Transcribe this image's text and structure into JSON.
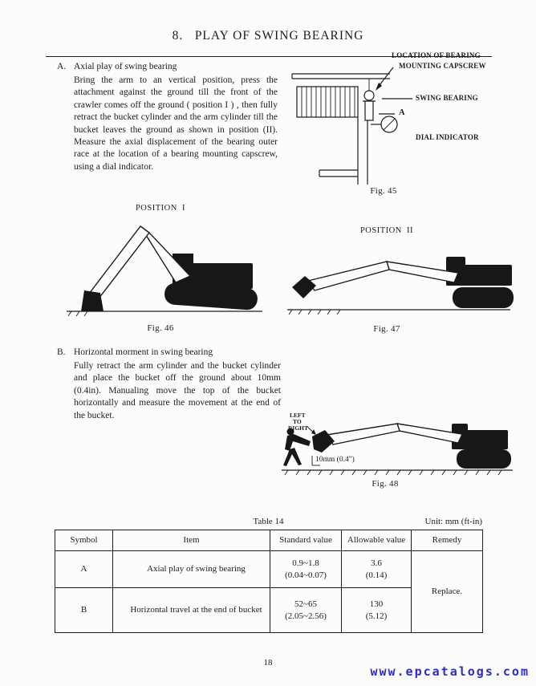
{
  "page": {
    "title": "8.   PLAY OF SWING BEARING",
    "page_number": "18",
    "watermark": "www.epcatalogs.com"
  },
  "section_a": {
    "label": "A.",
    "heading": "Axial play of swing bearing",
    "body": "Bring the arm to an vertical position, press the attachment against the ground till the front of the crawler comes off the ground ( position I ) , then fully retract the bucket cylinder and the arm cylinder till the bucket leaves the ground as shown in position (II). Measure the axial displacement of the bearing outer race at the location of a bearing mounting capscrew, using a dial indicator."
  },
  "fig45": {
    "label_location_line1": "LOCATION OF BEARING",
    "label_location_line2": "MOUNTING CAPSCREW",
    "label_swing_bearing": "SWING BEARING",
    "label_a": "A",
    "label_dial_indicator": "DIAL INDICATOR",
    "caption": "Fig. 45"
  },
  "fig46": {
    "position_label": "POSITION  I",
    "caption": "Fig. 46"
  },
  "fig47": {
    "position_label": "POSITION  II",
    "caption": "Fig. 47"
  },
  "section_b": {
    "label": "B.",
    "heading": "Horizontal morment in swing bearing",
    "body": "Fully retract the arm cylinder and the bucket cylinder and place the bucket off the ground about 10mm (0.4in). Manualing move the top of the bucket horizontally and measure the movement at the end of the bucket."
  },
  "fig48": {
    "label_left": "LEFT",
    "label_to": "TO",
    "label_right": "RIGHT",
    "label_gap": "10mm (0.4\")",
    "caption": "Fig. 48"
  },
  "table": {
    "title": "Table 14",
    "unit": "Unit: mm (ft-in)",
    "headers": {
      "symbol": "Symbol",
      "item": "Item",
      "standard": "Standard value",
      "allowable": "Allowable value",
      "remedy": "Remedy"
    },
    "rows": [
      {
        "symbol": "A",
        "item": "Axial play of swing bearing",
        "standard_line1": "0.9~1.8",
        "standard_line2": "(0.04~0.07)",
        "allowable_line1": "3.6",
        "allowable_line2": "(0.14)"
      },
      {
        "symbol": "B",
        "item": "Horizontal travel at the end of bucket",
        "standard_line1": "52~65",
        "standard_line2": "(2.05~2.56)",
        "allowable_line1": "130",
        "allowable_line2": "(5.12)"
      }
    ],
    "remedy_value": "Replace."
  }
}
